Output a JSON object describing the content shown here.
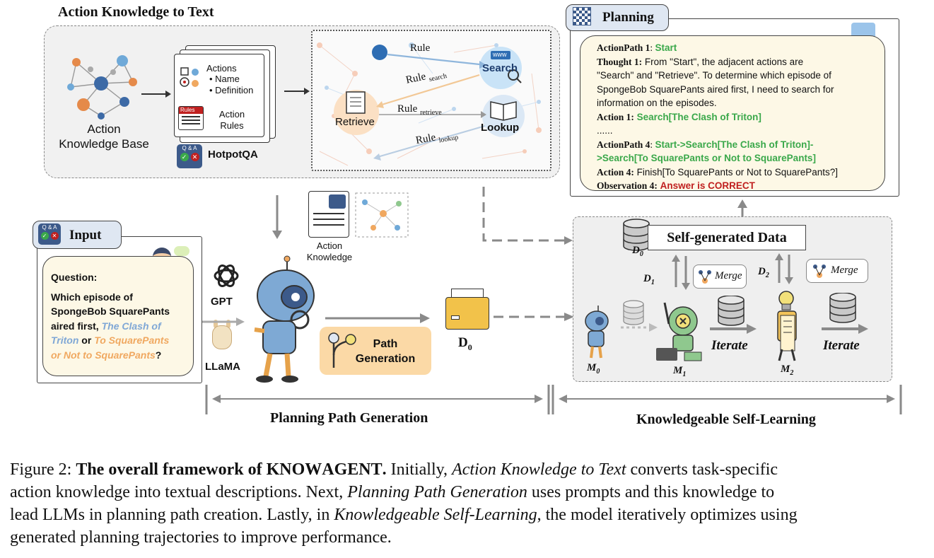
{
  "top_left": {
    "title": "Action Knowledge to Text",
    "kb_label_1": "Action",
    "kb_label_2": "Knowledge Base",
    "doc_actions_title": "Actions",
    "doc_actions_item1": "Name",
    "doc_actions_item2": "Definition",
    "doc_rules_tag": "Rules",
    "doc_rules_label_1": "Action",
    "doc_rules_label_2": "Rules",
    "hotpot_badge": "Q & A",
    "hotpot_label": "HotpotQA",
    "graph": {
      "rule": "Rule",
      "rule_search": "Rule",
      "rule_search_sub": "search",
      "rule_retrieve": "Rule",
      "rule_retrieve_sub": "retrieve",
      "rule_lookup": "Rule",
      "rule_lookup_sub": "lookup",
      "search": "Search",
      "retrieve": "Retrieve",
      "lookup": "Lookup",
      "www": "www"
    }
  },
  "planning": {
    "title": "Planning",
    "line1_key": "ActionPath 1",
    "line1_sep": ": ",
    "line1_val": "Start",
    "thought_key": "Thought 1:",
    "thought_text_1": " From \"Start\", the adjacent actions are",
    "thought_text_2": "\"Search\" and \"Retrieve\". To determine which episode of",
    "thought_text_3": "SpongeBob SquarePants aired first, I need to search for",
    "thought_text_4": "information on the episodes.",
    "action1_key": "Action 1:",
    "action1_val": "Search[The Clash of Triton]",
    "ellipsis": "......",
    "path4_key": "ActionPath 4",
    "path4_sep": ": ",
    "path4_val_1": "Start->Search[The Clash of Triton]-",
    "path4_val_2": ">Search[To SquarePants or Not to SquarePants]",
    "action4_key": "Action 4:",
    "action4_val": " Finish[To SquarePants or Not to SquarePants?]",
    "obs_key": "Observation 4:",
    "obs_val": "Answer is CORRECT"
  },
  "input": {
    "title": "Input",
    "badge": "Q & A",
    "question_label": "Question:",
    "q1": "Which episode of",
    "q2": "SpongeBob SquarePants",
    "q3": "aired first, ",
    "q3_blue": "The Clash of",
    "q4_blue": "Triton",
    "q4_or": " or ",
    "q4_orange": "To SquarePants",
    "q5_orange": "or Not to SquarePants",
    "q5_end": "?"
  },
  "middle": {
    "gpt": "GPT",
    "llama": "LLaMA",
    "action_knowledge_1": "Action",
    "action_knowledge_2": "Knowledge",
    "path_gen_1": "Path",
    "path_gen_2": "Generation",
    "d0": "D",
    "d0_sub": "0",
    "section_label": "Planning Path Generation"
  },
  "self_learning": {
    "data_title": "Self-generated Data",
    "d0": "D",
    "d0_sub": "0",
    "d1": "D",
    "d1_sub": "1",
    "d2": "D",
    "d2_sub": "2",
    "merge1": "Merge",
    "merge2": "Merge",
    "iterate1": "Iterate",
    "iterate2": "Iterate",
    "m0": "M",
    "m0_sub": "0",
    "m1": "M",
    "m1_sub": "1",
    "m2": "M",
    "m2_sub": "2",
    "section_label": "Knowledgeable Self-Learning"
  },
  "caption": {
    "fig": "Figure 2: ",
    "bold_part": "The overall framework of K",
    "bold_sc": "NOW",
    "bold_A": "A",
    "bold_sc2": "GENT",
    "bold_end": ".",
    "t1": " Initially, ",
    "i1": "Action Knowledge to Text",
    "t2": " converts task-specific",
    "line2": "action knowledge into textual descriptions. Next, ",
    "i2": "Planning Path Generation",
    "t3": " uses prompts and this knowledge to",
    "line3": "lead LLMs in planning path creation. Lastly, in ",
    "i3": "Knowledgeable Self-Learning",
    "t4": ", the model iteratively optimizes using",
    "line4": "generated planning trajectories to improve performance."
  },
  "colors": {
    "panel_gray": "#f1f1f1",
    "planning_bg": "#fdf8e6",
    "input_bg": "#fdf8e6",
    "green_text": "#3aa84a",
    "red_text": "#c0201f",
    "blue_italic": "#7fa7d6",
    "orange_italic": "#f0a860",
    "path_gen_bg": "#fbd9a6",
    "search_node": "#c9e3f7",
    "retrieve_node": "#fbe0c4",
    "lookup_node": "#dbe8f5",
    "arrow_gray": "#8a8a8a"
  }
}
